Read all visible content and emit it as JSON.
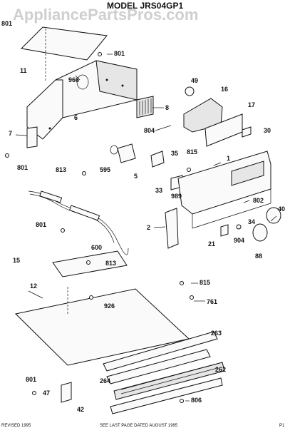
{
  "watermark": "AppliancePartsPros.com",
  "title": "MODEL JRS04GP1",
  "footer": {
    "left": "REVISED 1995",
    "center": "SEE LAST PAGE DATED AUGUST 1995",
    "right": "P1"
  },
  "callouts": [
    "801",
    "11",
    "966",
    "801",
    "6",
    "8",
    "49",
    "16",
    "17",
    "804",
    "30",
    "7",
    "35",
    "815",
    "1",
    "801",
    "813",
    "595",
    "5",
    "33",
    "989",
    "802",
    "40",
    "34",
    "2",
    "21",
    "904",
    "88",
    "801",
    "600",
    "15",
    "813",
    "815",
    "761",
    "12",
    "926",
    "263",
    "264",
    "262",
    "801",
    "47",
    "806",
    "42"
  ]
}
